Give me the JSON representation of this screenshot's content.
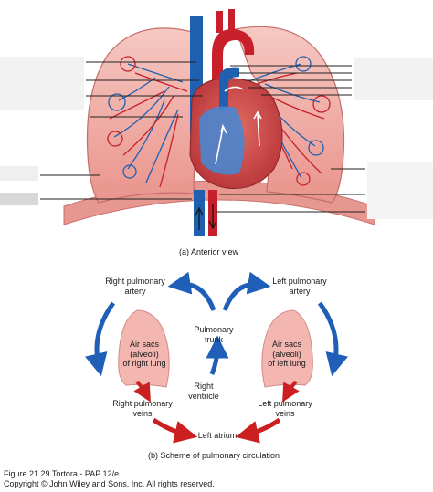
{
  "panel_a": {
    "caption": "(a) Anterior view"
  },
  "panel_b": {
    "caption": "(b) Scheme of pulmonary circulation",
    "labels": {
      "right_pulmonary_artery": [
        "Right pulmonary",
        "artery"
      ],
      "left_pulmonary_artery": [
        "Left pulmonary",
        "artery"
      ],
      "pulmonary_trunk": [
        "Pulmonary",
        "trunk"
      ],
      "right_lung_air_sacs": [
        "Air sacs",
        "(alveoli)",
        "of right lung"
      ],
      "left_lung_air_sacs": [
        "Air sacs",
        "(alveoli)",
        "of left lung"
      ],
      "right_ventricle": [
        "Right",
        "ventricle"
      ],
      "right_pulmonary_veins": [
        "Right pulmonary",
        "veins"
      ],
      "left_pulmonary_veins": [
        "Left pulmonary",
        "veins"
      ],
      "left_atrium": "Left atrium"
    }
  },
  "footer": {
    "figure": "Figure 21.29  Tortora - PAP 12/e",
    "copyright": "Copyright © John Wiley and Sons, Inc. All rights reserved."
  },
  "colors": {
    "artery_red": "#c8202a",
    "vein_blue": "#2060b0",
    "lung_pink": "#f3b6b0",
    "arrow_blue": "#1f5fb8",
    "arrow_red": "#cc1f1f"
  }
}
